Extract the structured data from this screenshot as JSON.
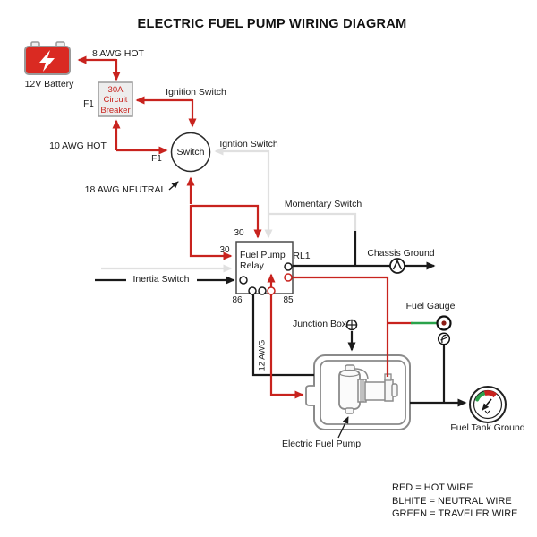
{
  "title": "ELECTRIC FUEL PUMP WIRING DIAGRAM",
  "colors": {
    "hot_wire": "#c8231e",
    "neutral_wire": "#e0e0e0",
    "traveler_wire": "#2aa24a",
    "ground_wire": "#1a1a1a",
    "battery_fill": "#da2a22"
  },
  "battery": {
    "label": "12V Battery"
  },
  "breaker": {
    "rating": "30A",
    "name1": "Circuit",
    "name2": "Breaker",
    "fuse": "F1"
  },
  "switch": {
    "label": "Switch",
    "fuse": "F1"
  },
  "relay": {
    "name1": "Fuel Pump",
    "name2": "Relay",
    "id": "RL1",
    "pin_top": "30",
    "pin_left": "30",
    "pin_86": "86",
    "pin_85": "85"
  },
  "labels": {
    "awg8": "8 AWG HOT",
    "ignition1": "Ignition Switch",
    "awg10": "10 AWG HOT",
    "ignition2": "Igntion Switch",
    "awg18": "18 AWG NEUTRAL",
    "momentary": "Momentary Switch",
    "inertia": "Inertia Switch",
    "chassis_ground": "Chassis Ground",
    "fuel_gauge": "Fuel Gauge",
    "junction_box": "Junction Box",
    "awg12": "12 AWG",
    "pump": "Electric Fuel Pump",
    "tank_ground": "Fuel Tank Ground"
  },
  "legend": {
    "red": "RED = HOT WIRE",
    "white": "BLHITE = NEUTRAL WIRE",
    "green": "GREEN = TRAVELER WIRE"
  }
}
